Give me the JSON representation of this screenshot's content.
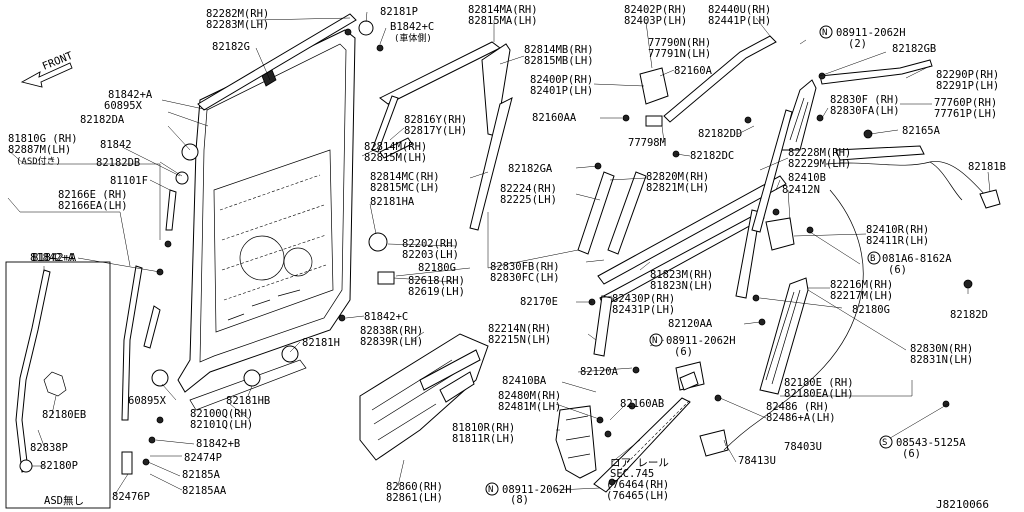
{
  "diagram": {
    "code": "J8210066",
    "front_label": "FRONT",
    "inset_label": "ASD無し",
    "labels": [
      {
        "id": "l1",
        "a": "82282M(RH)",
        "b": "82283M(LH)"
      },
      {
        "id": "l2",
        "a": "82182G"
      },
      {
        "id": "l3",
        "a": "82181P"
      },
      {
        "id": "l4",
        "a": "B1842+C",
        "b": "(車体側)"
      },
      {
        "id": "l5",
        "a": "82814MA(RH)",
        "b": "82815MA(LH)"
      },
      {
        "id": "l6",
        "a": "82814MB(RH)",
        "b": "82815MB(LH)"
      },
      {
        "id": "l7",
        "a": "82402P(RH)",
        "b": "82403P(LH)"
      },
      {
        "id": "l8",
        "a": "82440U(RH)",
        "b": "82441P(LH)"
      },
      {
        "id": "l9",
        "a": "08911-2062H",
        "b": "(2)"
      },
      {
        "id": "l10",
        "a": "77790N(RH)",
        "b": "77791N(LH)"
      },
      {
        "id": "l11",
        "a": "82182GB"
      },
      {
        "id": "l12",
        "a": "82160A"
      },
      {
        "id": "l13",
        "a": "82290P(RH)",
        "b": "82291P(LH)"
      },
      {
        "id": "l14",
        "a": "82400P(RH)",
        "b": "82401P(LH)"
      },
      {
        "id": "l15",
        "a": "81842+A"
      },
      {
        "id": "l16",
        "a": "60895X"
      },
      {
        "id": "l17",
        "a": "82182DA"
      },
      {
        "id": "l18",
        "a": "82816Y(RH)",
        "b": "82817Y(LH)"
      },
      {
        "id": "l19",
        "a": "82160AA"
      },
      {
        "id": "l20",
        "a": "82830F (RH)",
        "b": "82830FA(LH)"
      },
      {
        "id": "l21",
        "a": "77760P(RH)",
        "b": "77761P(LH)"
      },
      {
        "id": "l22",
        "a": "81810G (RH)",
        "b": "82887M(LH)",
        "c": "(ASD付き)"
      },
      {
        "id": "l23",
        "a": "81842"
      },
      {
        "id": "l24",
        "a": "82814M(RH)",
        "b": "82815M(LH)"
      },
      {
        "id": "l25",
        "a": "82182DD"
      },
      {
        "id": "l26",
        "a": "77798M"
      },
      {
        "id": "l27",
        "a": "82165A"
      },
      {
        "id": "l28",
        "a": "82182DB"
      },
      {
        "id": "l29",
        "a": "82182GA"
      },
      {
        "id": "l30",
        "a": "82182DC"
      },
      {
        "id": "l31",
        "a": "82228M(RH)",
        "b": "82229M(LH)"
      },
      {
        "id": "l32",
        "a": "82181B"
      },
      {
        "id": "l33",
        "a": "81101F"
      },
      {
        "id": "l34",
        "a": "82814MC(RH)",
        "b": "82815MC(LH)"
      },
      {
        "id": "l35",
        "a": "82820M(RH)",
        "b": "82821M(LH)"
      },
      {
        "id": "l36",
        "a": "82410B"
      },
      {
        "id": "l37",
        "a": "82166E (RH)",
        "b": "82166EA(LH)"
      },
      {
        "id": "l38",
        "a": "82224(RH)",
        "b": "82225(LH)"
      },
      {
        "id": "l39",
        "a": "82412N"
      },
      {
        "id": "l40",
        "a": "82181HA"
      },
      {
        "id": "l41",
        "a": "82410R(RH)",
        "b": "82411R(LH)"
      },
      {
        "id": "l42",
        "a": "B1842+A"
      },
      {
        "id": "l43",
        "a": "82202(RH)",
        "b": "82203(LH)"
      },
      {
        "id": "l44",
        "a": "081A6-8162A",
        "b": "(6)"
      },
      {
        "id": "l45",
        "a": "82180G"
      },
      {
        "id": "l46",
        "a": "82830FB(RH)",
        "b": "82830FC(LH)"
      },
      {
        "id": "l47",
        "a": "81823M(RH)",
        "b": "81823N(LH)"
      },
      {
        "id": "l48",
        "a": "82618(RH)",
        "b": "82619(LH)"
      },
      {
        "id": "l49",
        "a": "82216M(RH)",
        "b": "82217M(LH)"
      },
      {
        "id": "l50",
        "a": "82430P(RH)",
        "b": "82431P(LH)"
      },
      {
        "id": "l51",
        "a": "82170E"
      },
      {
        "id": "l52",
        "a": "82180G"
      },
      {
        "id": "l53",
        "a": "82182D"
      },
      {
        "id": "l54",
        "a": "81842+C"
      },
      {
        "id": "l55",
        "a": "82120AA"
      },
      {
        "id": "l56",
        "a": "82838R(RH)",
        "b": "82839R(LH)"
      },
      {
        "id": "l57",
        "a": "82214N(RH)",
        "b": "82215N(LH)"
      },
      {
        "id": "l58",
        "a": "08911-2062H",
        "b": "(6)"
      },
      {
        "id": "l59",
        "a": "82181H"
      },
      {
        "id": "l60",
        "a": "82830N(RH)",
        "b": "82831N(LH)"
      },
      {
        "id": "l61",
        "a": "82120A"
      },
      {
        "id": "l62",
        "a": "82410BA"
      },
      {
        "id": "l63",
        "a": "82181HB"
      },
      {
        "id": "l64",
        "a": "60895X"
      },
      {
        "id": "l65",
        "a": "82180E (RH)",
        "b": "82180EA(LH)"
      },
      {
        "id": "l66",
        "a": "82100Q(RH)",
        "b": "82101Q(LH)"
      },
      {
        "id": "l67",
        "a": "82480M(RH)",
        "b": "82481M(LH)"
      },
      {
        "id": "l68",
        "a": "82160AB"
      },
      {
        "id": "l69",
        "a": "82486 (RH)",
        "b": "82486+A(LH)"
      },
      {
        "id": "l70",
        "a": "81842+B"
      },
      {
        "id": "l71",
        "a": "81810R(RH)",
        "b": "81811R(LH)"
      },
      {
        "id": "l72",
        "a": "78403U"
      },
      {
        "id": "l73",
        "a": "82474P"
      },
      {
        "id": "l74",
        "a": "ロア レール",
        "b": "SEC.745",
        "c": "(76464(RH)",
        "d": "(76465(LH)"
      },
      {
        "id": "l75",
        "a": "08543-5125A",
        "b": "(6)"
      },
      {
        "id": "l76",
        "a": "82185A"
      },
      {
        "id": "l77",
        "a": "78413U"
      },
      {
        "id": "l78",
        "a": "82185AA"
      },
      {
        "id": "l79",
        "a": "82860(RH)",
        "b": "82861(LH)"
      },
      {
        "id": "l80",
        "a": "08911-2062H",
        "b": "(8)"
      },
      {
        "id": "l81",
        "a": "82476P"
      },
      {
        "id": "l82",
        "a": "81842+A"
      },
      {
        "id": "l83",
        "a": "82180EB"
      },
      {
        "id": "l84",
        "a": "82838P"
      },
      {
        "id": "l85",
        "a": "82180P"
      }
    ]
  }
}
